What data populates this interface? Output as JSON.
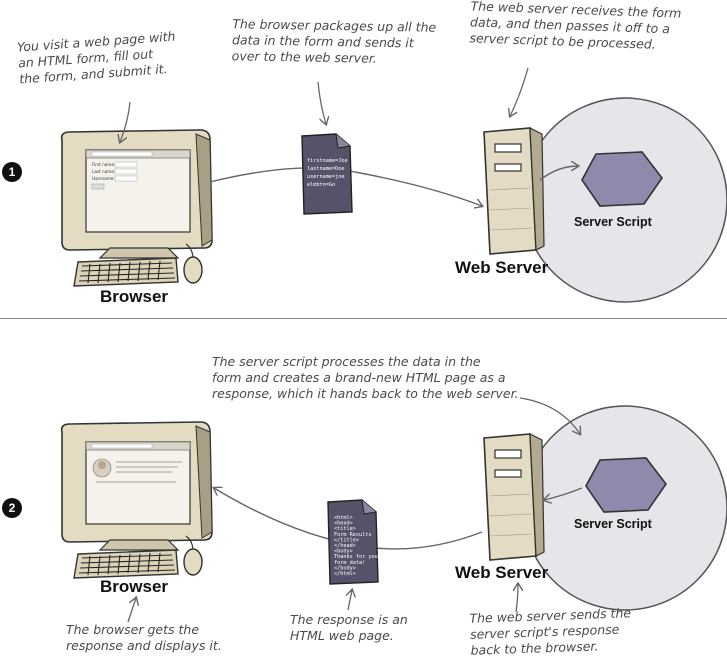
{
  "panel1": {
    "step_number": "1",
    "note_visit": "You visit a web page with\nan HTML form, fill out\nthe form, and submit it.",
    "note_packages": "The browser packages up all the\ndata in the form and sends it\nover to the web server.",
    "note_server_receives": "The web server receives the form\ndata, and then passes it off to a\nserver script to be processed.",
    "browser_label": "Browser",
    "web_server_label": "Web Server",
    "server_script_label": "Server Script",
    "document_lines": [
      "firstname=Joe",
      "lastname=Doe",
      "username=joe",
      "elmbtn=Go"
    ]
  },
  "panel2": {
    "step_number": "2",
    "note_script_processes": "The server script processes the data in the\nform and creates a brand-new HTML page as a\nresponse, which it hands back to the web server.",
    "note_browser_gets": "The browser gets the\nresponse and displays it.",
    "note_response_is": "The response is an\nHTML web page.",
    "note_server_sends": "The web server sends the\nserver script's response\nback to the browser.",
    "browser_label": "Browser",
    "web_server_label": "Web Server",
    "server_script_label": "Server Script",
    "document_lines": [
      "<html>",
      "<head>",
      "<title>",
      "Form Results",
      "</title>",
      "</head>",
      "<body>",
      "Thanks for your",
      "form data!",
      "</body>",
      "</html>"
    ]
  },
  "colors": {
    "monitor_body": "#e4dcc2",
    "monitor_shadow": "#a89f84",
    "server_tower": "#e3dbc3",
    "script_circle": "#e6e6ea",
    "hexagon": "#8e8aab",
    "document": "#55536a",
    "keyboard": "#222222"
  }
}
